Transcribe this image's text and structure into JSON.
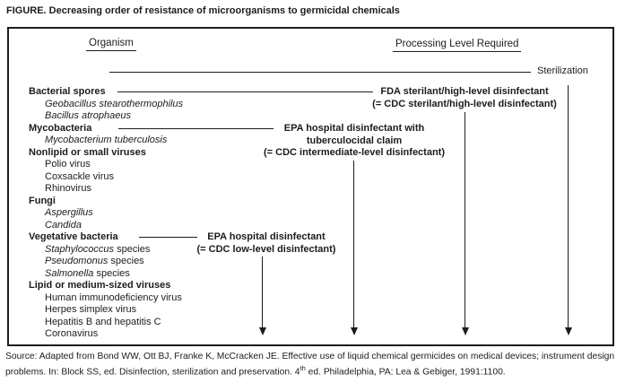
{
  "title": "FIGURE. Decreasing order of resistance of microorganisms to germicidal chemicals",
  "columns": {
    "left": "Organism",
    "right": "Processing Level Required"
  },
  "sterilization_label": "Sterilization",
  "organisms": [
    {
      "indent": false,
      "bold": true,
      "parts": [
        {
          "t": "Bacterial spores",
          "i": false
        }
      ]
    },
    {
      "indent": true,
      "bold": false,
      "parts": [
        {
          "t": "Geobacillus stearothermophilus",
          "i": true
        }
      ]
    },
    {
      "indent": true,
      "bold": false,
      "parts": [
        {
          "t": "Bacillus atrophaeus",
          "i": true
        }
      ]
    },
    {
      "indent": false,
      "bold": true,
      "parts": [
        {
          "t": "Mycobacteria",
          "i": false
        }
      ]
    },
    {
      "indent": true,
      "bold": false,
      "parts": [
        {
          "t": "Mycobacterium tuberculosis",
          "i": true
        }
      ]
    },
    {
      "indent": false,
      "bold": true,
      "parts": [
        {
          "t": "Nonlipid or small viruses",
          "i": false
        }
      ]
    },
    {
      "indent": true,
      "bold": false,
      "parts": [
        {
          "t": "Polio virus",
          "i": false
        }
      ]
    },
    {
      "indent": true,
      "bold": false,
      "parts": [
        {
          "t": "Coxsackle virus",
          "i": false
        }
      ]
    },
    {
      "indent": true,
      "bold": false,
      "parts": [
        {
          "t": "Rhinovirus",
          "i": false
        }
      ]
    },
    {
      "indent": false,
      "bold": true,
      "parts": [
        {
          "t": "Fungi",
          "i": false
        }
      ]
    },
    {
      "indent": true,
      "bold": false,
      "parts": [
        {
          "t": "Aspergillus",
          "i": true
        }
      ]
    },
    {
      "indent": true,
      "bold": false,
      "parts": [
        {
          "t": "Candida",
          "i": true
        }
      ]
    },
    {
      "indent": false,
      "bold": true,
      "parts": [
        {
          "t": "Vegetative bacteria",
          "i": false
        }
      ]
    },
    {
      "indent": true,
      "bold": false,
      "parts": [
        {
          "t": "Staphylococcus",
          "i": true
        },
        {
          "t": " species",
          "i": false
        }
      ]
    },
    {
      "indent": true,
      "bold": false,
      "parts": [
        {
          "t": "Pseudomonus",
          "i": true
        },
        {
          "t": " species",
          "i": false
        }
      ]
    },
    {
      "indent": true,
      "bold": false,
      "parts": [
        {
          "t": "Salmonella",
          "i": true
        },
        {
          "t": " species",
          "i": false
        }
      ]
    },
    {
      "indent": false,
      "bold": true,
      "parts": [
        {
          "t": "Lipid or medium-sized viruses",
          "i": false
        }
      ]
    },
    {
      "indent": true,
      "bold": false,
      "parts": [
        {
          "t": "Human immunodeficiency virus",
          "i": false
        }
      ]
    },
    {
      "indent": true,
      "bold": false,
      "parts": [
        {
          "t": "Herpes simplex virus",
          "i": false
        }
      ]
    },
    {
      "indent": true,
      "bold": false,
      "parts": [
        {
          "t": "Hepatitis B and hepatitis C",
          "i": false
        }
      ]
    },
    {
      "indent": true,
      "bold": false,
      "parts": [
        {
          "t": "Coronavirus",
          "i": false
        }
      ]
    }
  ],
  "levels": {
    "fda": {
      "lines": [
        "FDA sterilant/high-level disinfectant",
        "(= CDC sterilant/high-level disinfectant)"
      ]
    },
    "intermediate": {
      "lines": [
        "EPA hospital disinfectant with",
        "tuberculocidal claim",
        "(= CDC intermediate-level disinfectant)"
      ]
    },
    "low": {
      "lines": [
        "EPA hospital disinfectant",
        "(= CDC low-level disinfectant)"
      ]
    }
  },
  "source": {
    "line1": "Source: Adapted from Bond WW, Ott BJ, Franke K, McCracken JE. Effective use of liquid chemical germicides on medical devices; instrument design",
    "line2_before_sup": "problems. In: Block SS, ed. Disinfection, sterilization and preservation. 4",
    "line2_sup": "th",
    "line2_after_sup": " ed. Philadelphia, PA: Lea & Gebiger, 1991:1100."
  },
  "colors": {
    "ink": "#1c1c1c",
    "background": "#ffffff"
  }
}
